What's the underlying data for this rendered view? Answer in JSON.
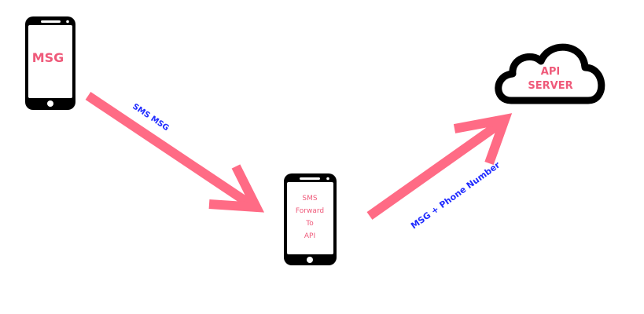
{
  "nodes": {
    "sender_phone": {
      "label": "MSG"
    },
    "forwarder_phone": {
      "lines": [
        "SMS",
        "Forward",
        "To",
        "API"
      ]
    },
    "api_server": {
      "lines": [
        "API",
        "SERVER"
      ]
    }
  },
  "edges": {
    "sms": {
      "label": "SMS MSG"
    },
    "api": {
      "label": "MSG + Phone Number"
    }
  },
  "colors": {
    "arrow": "#ff6b85",
    "edge_text": "#1f2bff",
    "node_text": "#ef5a7a",
    "device": "#000000"
  }
}
